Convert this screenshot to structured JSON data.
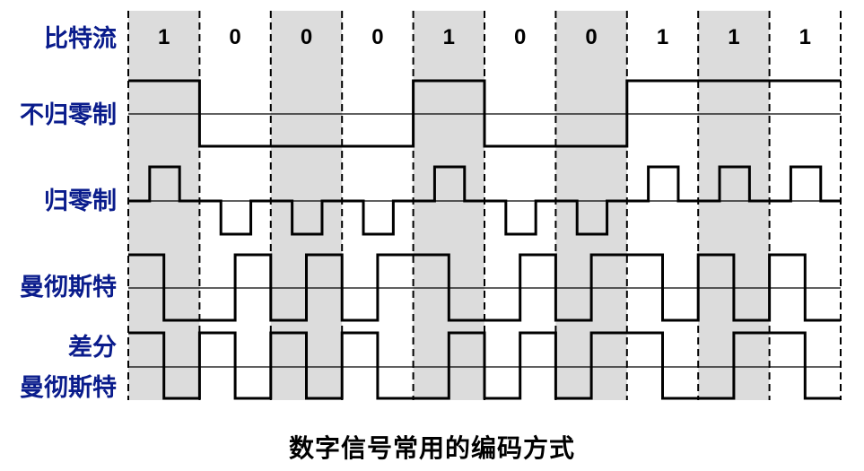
{
  "diagram": {
    "title": "数字信号常用的编码方式",
    "row_labels": {
      "bitstream": "比特流",
      "nrz": "不归零制",
      "rz": "归零制",
      "manchester": "曼彻斯特",
      "diff_manchester_line1": "差分",
      "diff_manchester_line2": "曼彻斯特"
    },
    "bits": [
      "1",
      "0",
      "0",
      "0",
      "1",
      "0",
      "0",
      "1",
      "1",
      "1"
    ],
    "colors": {
      "label_color": "#0a1c8c",
      "shade_color": "#dcdcdc",
      "signal_color": "#000000"
    },
    "shaded_bit_indices": [
      0,
      2,
      4,
      6,
      8
    ],
    "encodings": {
      "nrz": {
        "rule": "1 = high, 0 = low",
        "levels": [
          "H",
          "L",
          "L",
          "L",
          "H",
          "L",
          "L",
          "H",
          "H",
          "H"
        ]
      },
      "rz": {
        "rule": "1 = positive pulse in first half-middle, 0 = negative pulse, return to zero",
        "pulses": [
          "+",
          "-",
          "-",
          "-",
          "+",
          "-",
          "-",
          "+",
          "+",
          "+"
        ]
      },
      "manchester": {
        "rule": "1 = high-to-low at mid-bit, 0 = low-to-high at mid-bit"
      },
      "diff_manchester": {
        "rule": "transition at bit start for 0, none for 1; always mid-bit transition"
      }
    }
  }
}
